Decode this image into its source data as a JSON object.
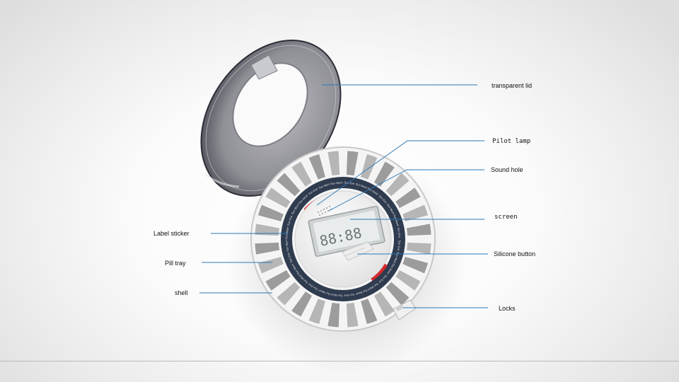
{
  "labels": {
    "transparent_lid": "transparent lid",
    "pilot_lamp": "Pilot lamp",
    "sound_hole": "Sound hole",
    "screen": "screen",
    "silicone_button": "Silicone button",
    "locks": "Locks",
    "label_sticker": "Label sticker",
    "pill_tray": "Pill tray",
    "shell": "shell"
  },
  "device": {
    "display": "88:88",
    "compartment_count": 28,
    "indicator_color": "#d8282c",
    "callout_line_color": "#2a78b8",
    "tray_label_words": [
      "Sun Eve",
      "Sun Morn",
      "Sun Noon"
    ]
  }
}
